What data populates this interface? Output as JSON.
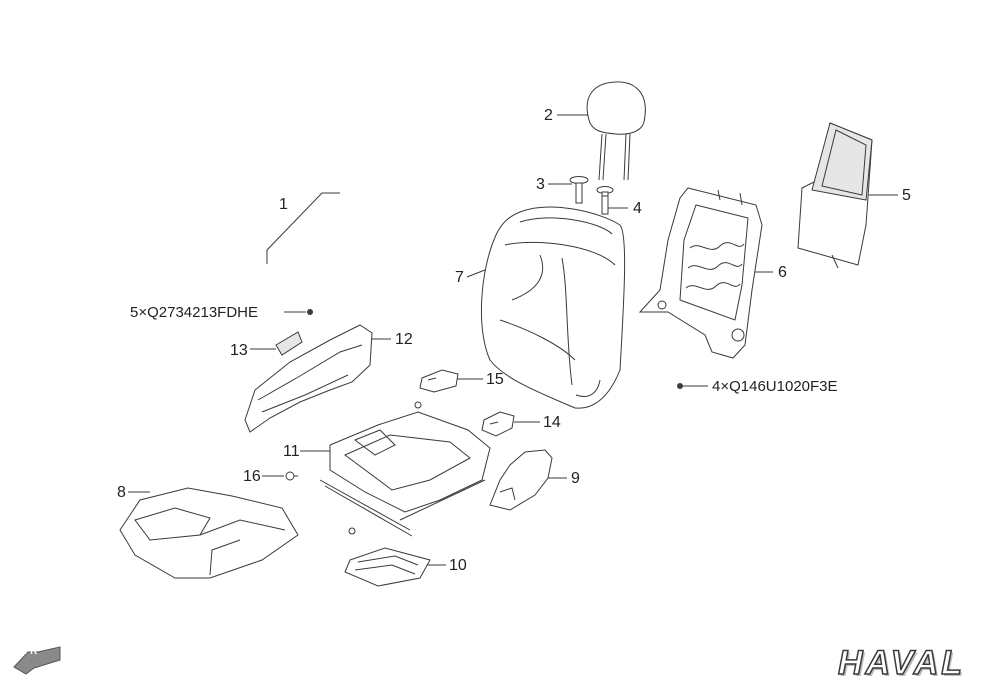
{
  "callouts": [
    "1",
    "2",
    "3",
    "4",
    "5",
    "6",
    "7",
    "8",
    "9",
    "10",
    "11",
    "12",
    "13",
    "14",
    "15",
    "16"
  ],
  "fastener_notes": {
    "left": "5×Q2734213FDHE",
    "right": "4×Q146U1020F3E"
  },
  "direction_marker": "FR",
  "brand": "HAVAL",
  "colors": {
    "line": "#3a3a3a",
    "fill": "#ffffff",
    "shade": "#e6e6e6"
  }
}
